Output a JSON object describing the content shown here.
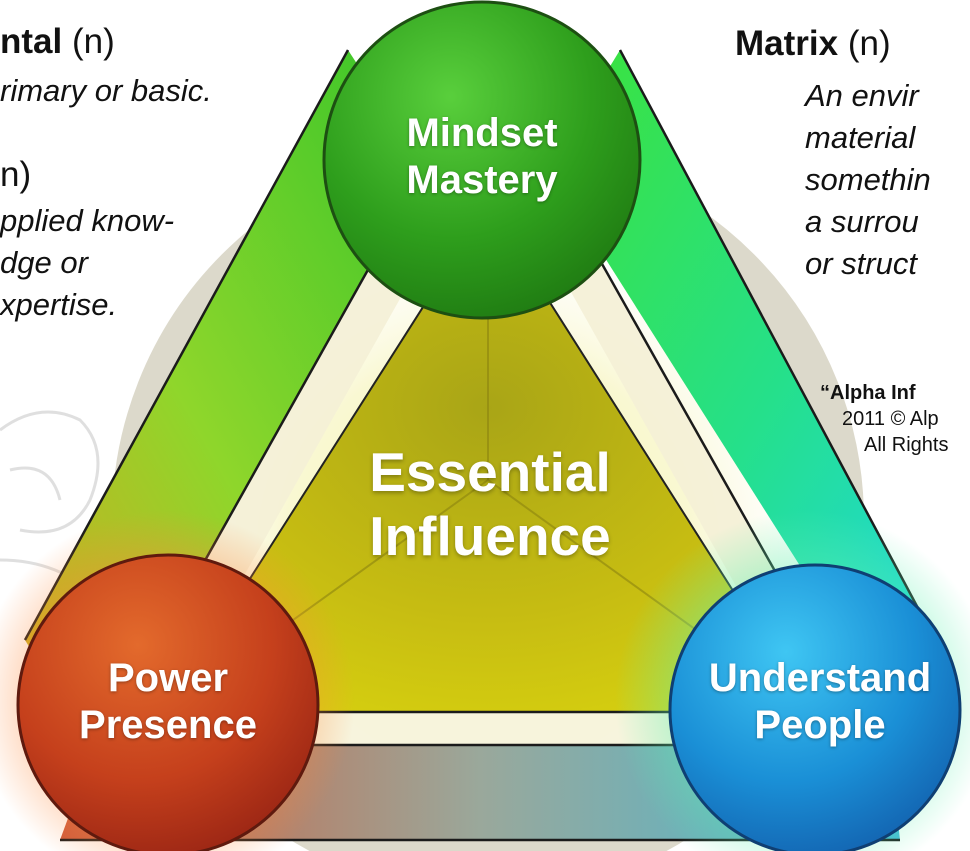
{
  "definitions": {
    "fundamental": {
      "term": "ntal",
      "pos": " (n)",
      "definition": "rimary or basic."
    },
    "skill": {
      "term": "",
      "pos": "n)",
      "definition_lines": [
        "pplied know-",
        "dge or",
        "xpertise."
      ]
    },
    "matrix": {
      "term": "Matrix",
      "pos": " (n)",
      "definition_lines": [
        "An envir",
        "material",
        "somethin",
        "a surrou",
        "or struct"
      ]
    }
  },
  "copyright": {
    "title": "“Alpha Inf",
    "line1": "2011 © Alp",
    "line2": "All Rights"
  },
  "diagram": {
    "center_label_lines": [
      "Essential",
      "Influence"
    ],
    "nodes": {
      "top": {
        "lines": [
          "Mindset",
          "Mastery"
        ],
        "color": "#2e9e1c"
      },
      "left": {
        "lines": [
          "Power",
          "Presence"
        ],
        "color": "#c5401c"
      },
      "right": {
        "lines": [
          "Understand",
          "People"
        ],
        "color": "#1a8fd6"
      }
    },
    "colors": {
      "ring": "#d3d0c2",
      "center_fill": "#b8ad16",
      "band_green": "#49d630",
      "band_cyan": "#23d8cf"
    }
  }
}
